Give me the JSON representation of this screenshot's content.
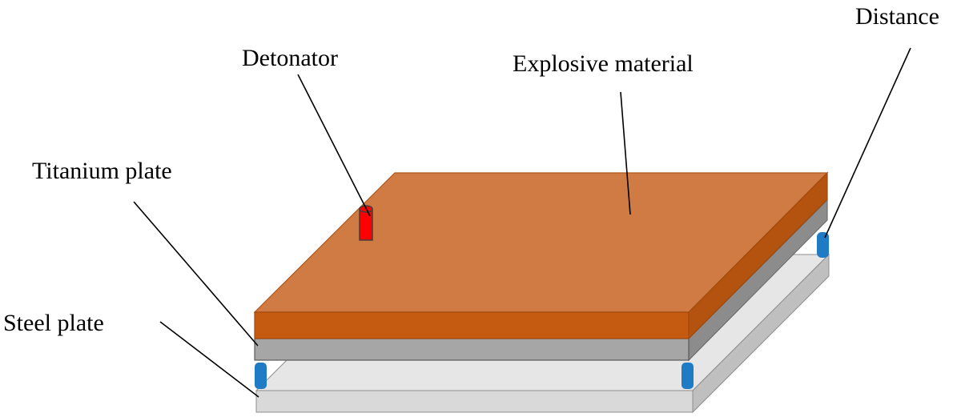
{
  "labels": {
    "detonator": "Detonator",
    "explosive": "Explosive material",
    "distance": "Distance",
    "titanium": "Titanium plate",
    "steel": "Steel plate"
  },
  "colors": {
    "explosive_top": "#CF7B43",
    "explosive_front": "#C55A11",
    "explosive_side": "#B4530F",
    "titanium_front": "#A6A6A6",
    "titanium_side": "#8C8C8C",
    "steel_top": "#E6E6E6",
    "steel_front": "#D9D9D9",
    "steel_side": "#BFBFBF",
    "spacer": "#1F7BC4",
    "detonator": "#FF0000"
  }
}
